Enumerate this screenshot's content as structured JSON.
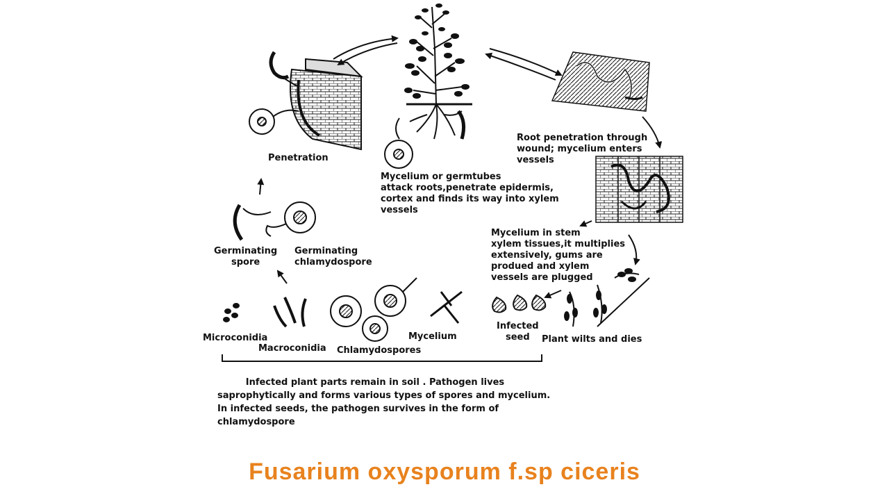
{
  "title": "Fusarium oxysporum f.sp ciceris",
  "labels": {
    "penetration": "Penetration",
    "mycelium_attack": "Mycelium or germtubes\nattack roots,penetrate epidermis,\ncortex and finds its way into xylem\nvessels",
    "root_penetration": "Root penetration through\nwound; mycelium enters\nvessels",
    "mycelium_stem": "Mycelium in stem\nxylem tissues,it multiplies\nextensively, gums are\nprodued and xylem\nvessels are plugged",
    "infected_seed": "Infected\nseed",
    "plant_wilts": "Plant wilts and dies",
    "germinating_spore": "Germinating\nspore",
    "germinating_chlamydospore": "Germinating\nchlamydospore",
    "microconidia": "Microconidia",
    "macroconidia": "Macroconidia",
    "chlamydospores": "Chlamydospores",
    "mycelium": "Mycelium"
  },
  "soil_note": "         Infected plant parts remain in soil . Pathogen lives\nsaprophytically and forms various types of spores and mycelium.\nIn infected seeds, the pathogen survives in the form of\nchlamydospore"
}
